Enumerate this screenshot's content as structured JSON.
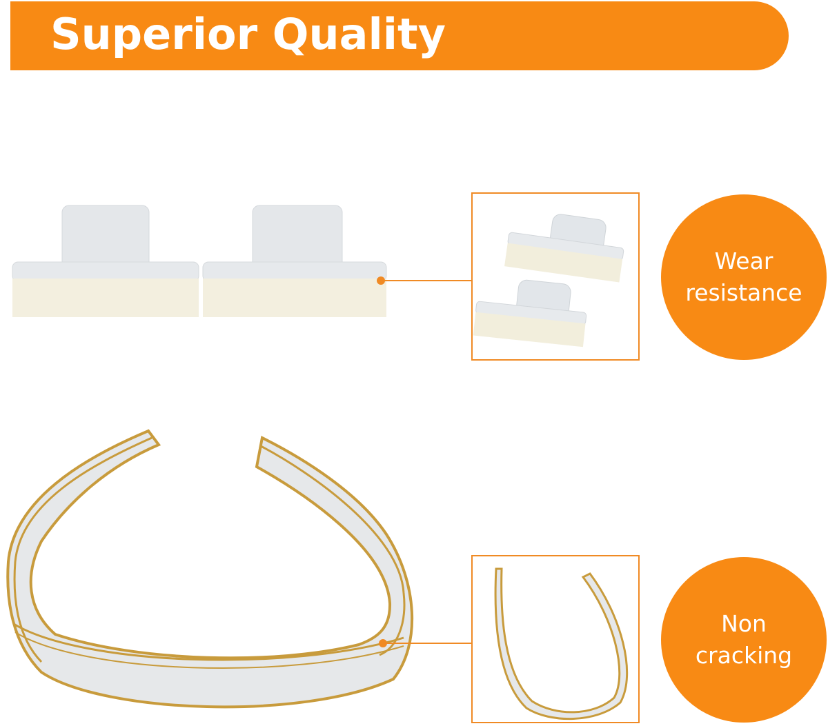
{
  "banner": {
    "title": "Superior Quality"
  },
  "features": [
    {
      "name": "wear-resistance",
      "lines": [
        "Wear",
        "resistance"
      ]
    },
    {
      "name": "non-cracking",
      "lines": [
        "Non",
        "cracking"
      ]
    }
  ],
  "colors": {
    "accent": "#f88a14",
    "line": "#f08a24",
    "pad_top": "#e2e5e8",
    "pad_base": "#f2eedd",
    "band_edge": "#c89b3c",
    "band_face": "#e8eaec"
  }
}
